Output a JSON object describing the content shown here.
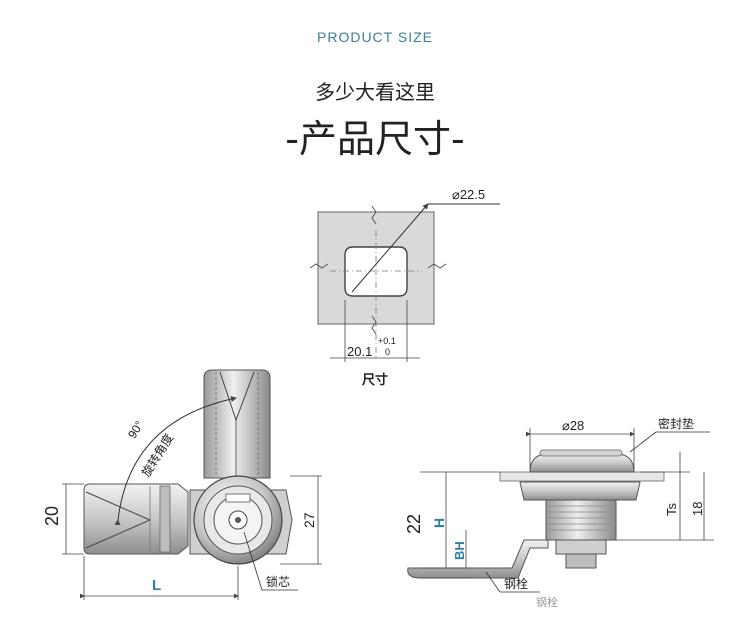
{
  "header": {
    "subtitle_en": "PRODUCT SIZE",
    "subtitle_cn": "多少大看这里",
    "title": "-产品尺寸-"
  },
  "cutout": {
    "diameter": "⌀22.5",
    "width": "20.1",
    "tol_plus": "+0.1",
    "tol_zero": "0",
    "caption": "尺寸"
  },
  "front_view": {
    "angle": "90°",
    "angle_label": "旋转角度",
    "height_20": "20",
    "height_27": "27",
    "length": "L",
    "core_label": "锁芯"
  },
  "side_view": {
    "diameter": "⌀28",
    "gasket_label": "密封垫",
    "height_22": "22",
    "h_label": "H",
    "bh_label": "BH",
    "ts_label": "Ts",
    "height_18": "18",
    "cam_label": "钢栓",
    "cam_label_faded": "钢栓"
  },
  "colors": {
    "accent_blue": "#3b7f95",
    "dim_blue": "#2e7fa0",
    "line": "#555555",
    "fill_gray": "#d9d9d9"
  }
}
